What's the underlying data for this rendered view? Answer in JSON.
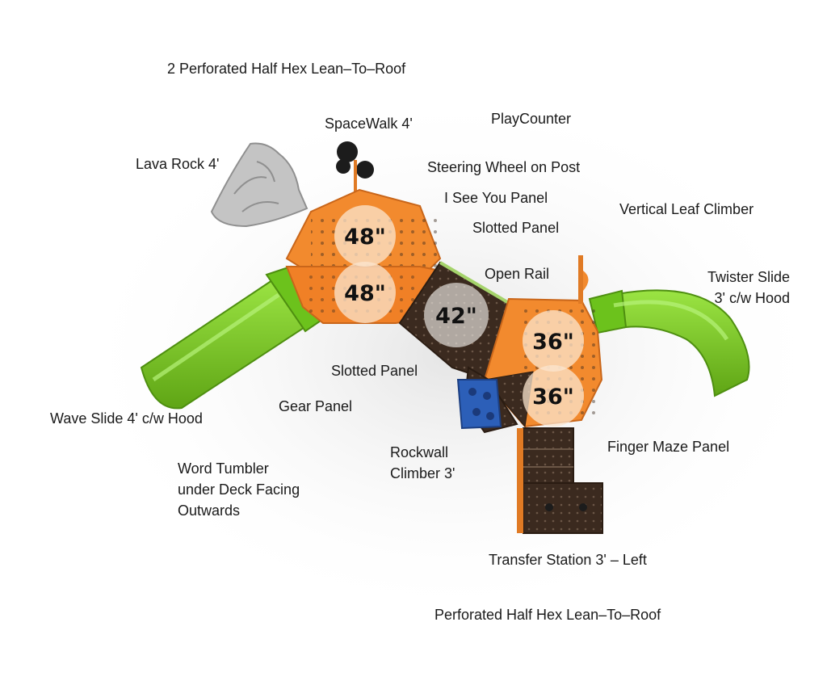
{
  "colors": {
    "orange": "#f28a2e",
    "orange_dark": "#d9701c",
    "green": "#7ed321",
    "green_dark": "#5fa515",
    "deck": "#3b2a1f",
    "rock": "#bfbfbf",
    "panel_blue": "#2c5fb8"
  },
  "deck_heights": [
    "48\"",
    "48\"",
    "42\"",
    "36\"",
    "36\""
  ],
  "labels": {
    "roof2": "2 Perforated Half Hex Lean–To–Roof",
    "spacewalk": "SpaceWalk 4'",
    "playcounter": "PlayCounter",
    "lavarock": "Lava Rock 4'",
    "steering": "Steering Wheel on Post",
    "iseeyou": "I See You Panel",
    "vertleaf": "Vertical Leaf Climber",
    "slotted1": "Slotted Panel",
    "openrail": "Open Rail",
    "twister": [
      "Twister Slide",
      "3' c/w Hood"
    ],
    "slotted2": "Slotted Panel",
    "gear": "Gear Panel",
    "wave": "Wave Slide 4' c/w Hood",
    "wordtumbler": [
      "Word Tumbler",
      "under Deck Facing",
      "Outwards"
    ],
    "rockwall": [
      "Rockwall",
      "Climber 3'"
    ],
    "fingermaze": "Finger Maze Panel",
    "transfer": "Transfer Station 3' – Left",
    "roof1": "Perforated Half Hex Lean–To–Roof"
  }
}
